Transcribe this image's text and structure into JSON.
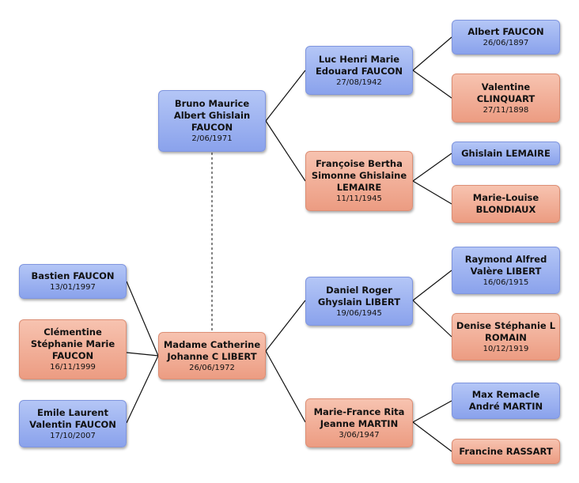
{
  "persons": {
    "bruno": {
      "name": "Bruno Maurice\nAlbert Ghislain\nFAUCON",
      "date": "2/06/1971"
    },
    "catherine": {
      "name": "Madame Catherine\nJohanne C LIBERT",
      "date": "26/06/1972"
    },
    "luc": {
      "name": "Luc Henri Marie\nEdouard FAUCON",
      "date": "27/08/1942"
    },
    "francoise": {
      "name": "Françoise Bertha\nSimonne Ghislaine\nLEMAIRE",
      "date": "11/11/1945"
    },
    "daniel": {
      "name": "Daniel Roger\nGhyslain LIBERT",
      "date": "19/06/1945"
    },
    "mariefrance": {
      "name": "Marie-France Rita\nJeanne MARTIN",
      "date": "3/06/1947"
    },
    "albert": {
      "name": "Albert FAUCON",
      "date": "26/06/1897"
    },
    "valentine": {
      "name": "Valentine\nCLINQUART",
      "date": "27/11/1898"
    },
    "ghislain": {
      "name": "Ghislain LEMAIRE",
      "date": ""
    },
    "marielouise": {
      "name": "Marie-Louise\nBLONDIAUX",
      "date": ""
    },
    "raymond": {
      "name": "Raymond Alfred\nValère LIBERT",
      "date": "16/06/1915"
    },
    "denise": {
      "name": "Denise Stéphanie L\nROMAIN",
      "date": "10/12/1919"
    },
    "max": {
      "name": "Max Remacle\nAndré MARTIN",
      "date": ""
    },
    "francine": {
      "name": "Francine RASSART",
      "date": ""
    },
    "bastien": {
      "name": "Bastien FAUCON",
      "date": "13/01/1997"
    },
    "clementine": {
      "name": "Clémentine\nStéphanie Marie\nFAUCON",
      "date": "16/11/1999"
    },
    "emile": {
      "name": "Emile Laurent\nValentin FAUCON",
      "date": "17/10/2007"
    }
  }
}
